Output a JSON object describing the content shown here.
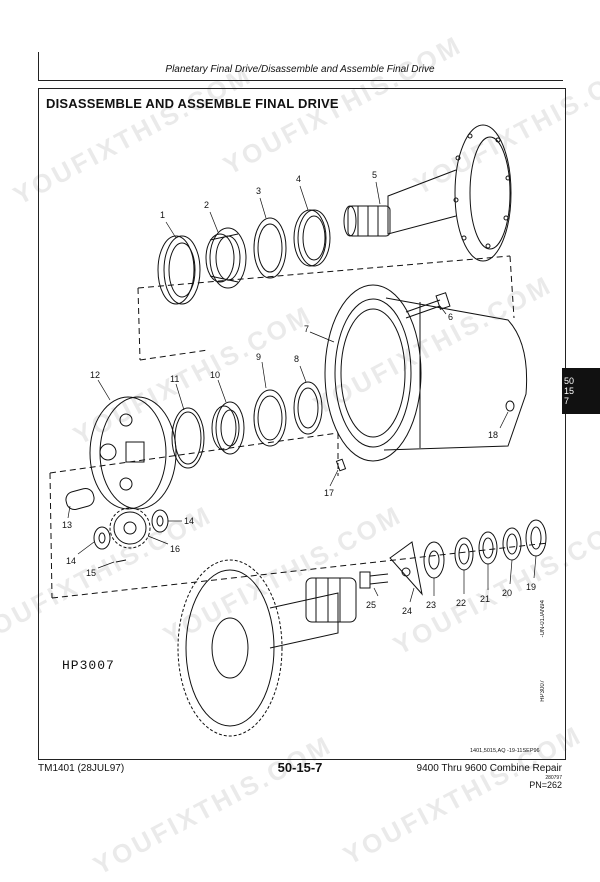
{
  "header": {
    "title": "Planetary Final Drive/Disassemble and Assemble Final Drive"
  },
  "section": {
    "title": "DISASSEMBLE AND ASSEMBLE FINAL DRIVE"
  },
  "figure": {
    "hp_label": "HP3007",
    "side_code_1": "-UN-01JAN94",
    "side_code_2": "HP3007",
    "ref_code": "1401,5015,AQ   -19-11SEP96",
    "callouts": {
      "c1": "1",
      "c2": "2",
      "c3": "3",
      "c4": "4",
      "c5": "5",
      "c6": "6",
      "c7": "7",
      "c8": "8",
      "c9": "9",
      "c10": "10",
      "c11": "11",
      "c12": "12",
      "c13": "13",
      "c14a": "14",
      "c14b": "14",
      "c15": "15",
      "c16": "16",
      "c17": "17",
      "c18": "18",
      "c19": "19",
      "c20": "20",
      "c21": "21",
      "c22": "22",
      "c23": "23",
      "c24": "24",
      "c25": "25"
    }
  },
  "tab": {
    "line1": "50",
    "line2": "15",
    "line3": "7"
  },
  "footer": {
    "left": "TM1401 (28JUL97)",
    "center": "50-15-7",
    "right": "9400 Thru 9600 Combine Repair",
    "date": "280797",
    "pn": "PN=262"
  },
  "watermark": {
    "text": "YOUFIXTHIS.COM"
  }
}
